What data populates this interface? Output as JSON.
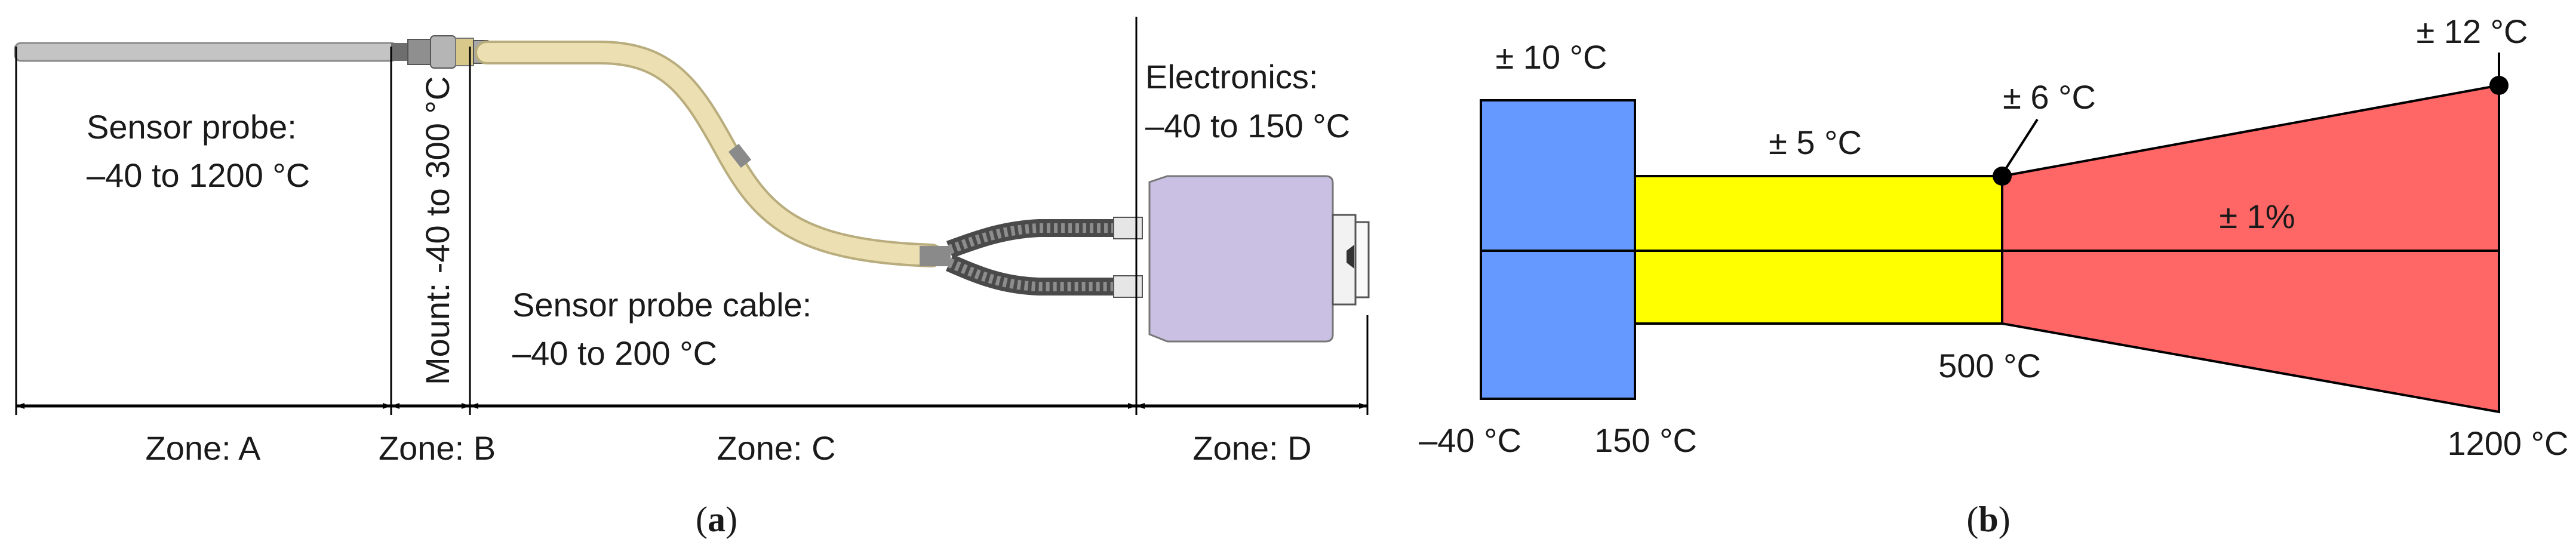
{
  "panel_a": {
    "caption_letter": "a",
    "caption_open": "(",
    "caption_close": ")",
    "sensor_probe": {
      "title": "Sensor probe:",
      "range": "–40 to 1200 °C"
    },
    "mount": {
      "text": "Mount: -40 to 300 °C"
    },
    "cable": {
      "title": "Sensor probe cable:",
      "range": "–40 to 200 °C"
    },
    "electronics": {
      "title": "Electronics:",
      "range": "–40 to 150 °C"
    },
    "zones": [
      "Zone: A",
      "Zone: B",
      "Zone: C",
      "Zone: D"
    ],
    "colors": {
      "probe": "#c4c4c4",
      "cable": "#ece0b2",
      "connector": "#c9c0e4",
      "arrow": "#000000"
    }
  },
  "panel_b": {
    "caption_letter": "b",
    "caption_open": "(",
    "caption_close": ")",
    "labels": {
      "tol_low": "± 10 °C",
      "tol_mid": "± 5 °C",
      "tol_500": "± 6 °C",
      "tol_1200": "± 12 °C",
      "tol_pct": "± 1%",
      "t_min": "–40 °C",
      "t_150": "150 °C",
      "t_500": "500 °C",
      "t_max": "1200 °C"
    },
    "colors": {
      "blue": "#6699ff",
      "yellow": "#ffff00",
      "red": "#ff6666",
      "marker": "#000000"
    }
  }
}
